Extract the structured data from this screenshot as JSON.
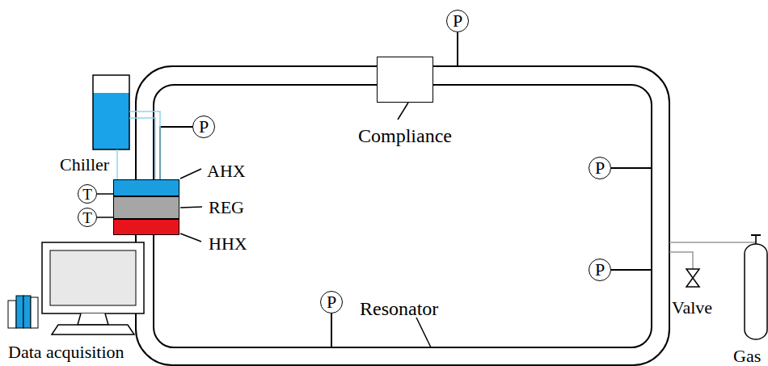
{
  "diagram": {
    "nodes": [
      {
        "text": [
          "P"
        ]
      },
      {
        "text": [
          "Compliance"
        ]
      },
      {
        "text": [
          "P"
        ]
      },
      {
        "text": [
          "AHX"
        ]
      },
      {
        "text": [
          "T"
        ]
      },
      {
        "text": [
          "REG"
        ]
      },
      {
        "text": [
          "T"
        ]
      },
      {
        "text": [
          "HHX"
        ]
      },
      {
        "text": [
          "P"
        ]
      },
      {
        "text": [
          "P"
        ]
      },
      {
        "text": [
          "P"
        ]
      }
    ],
    "edges": [
      {
        "from": 4,
        "to": 5,
        "arrow": "none"
      },
      {
        "from": 6,
        "to": 5,
        "arrow": "none"
      }
    ],
    "labels": [
      "Chiller",
      "Data acquisition",
      "Resonator",
      "Valve",
      "Gas"
    ]
  }
}
